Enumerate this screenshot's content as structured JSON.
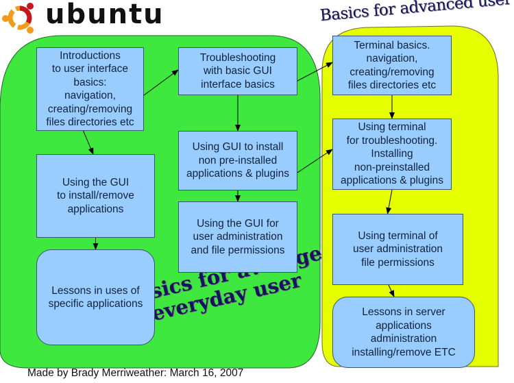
{
  "logo": {
    "text": "ubuntu",
    "icon": "ubuntu-circle-of-friends-icon"
  },
  "colors": {
    "average_region": "#3fe83f",
    "advanced_region": "#e6ff00",
    "box_fill": "#99ccff",
    "title_text": "#14145e"
  },
  "regions": {
    "average": {
      "title_line1": "Basics for average",
      "title_line2": "everyday user"
    },
    "advanced": {
      "title": "Basics for advanced user"
    }
  },
  "boxes": {
    "intro": "Introductions\nto user interface\nbasics:\nnavigation,\ncreating/removing\nfiles directories etc",
    "gui_install_remove": "Using the GUI\nto install/remove\napplications",
    "lessons_apps": "Lessons in uses of\nspecific applications",
    "troubleshoot_gui": "Troubleshooting\nwith basic GUI\ninterface basics",
    "gui_install_non_pre": "Using GUI to install\nnon pre-installed\napplications & plugins",
    "gui_user_admin": "Using the GUI for\nuser administration\nand file permissions",
    "terminal_basics": "Terminal basics.\nnavigation,\ncreating/removing\nfiles directories etc",
    "terminal_troubleshoot": "Using terminal\nfor troubleshooting.\nInstalling\nnon-preinstalled\napplications & plugins",
    "terminal_user_admin": "Using terminal of\nuser administration\nfile permissions",
    "server_lessons": "Lessons in server\napplications\nadministration\ninstalling/remove ETC"
  },
  "edges": [
    [
      "intro",
      "troubleshoot_gui"
    ],
    [
      "intro",
      "gui_install_remove"
    ],
    [
      "gui_install_remove",
      "lessons_apps"
    ],
    [
      "troubleshoot_gui",
      "gui_install_non_pre"
    ],
    [
      "gui_install_non_pre",
      "gui_user_admin"
    ],
    [
      "troubleshoot_gui",
      "terminal_basics"
    ],
    [
      "gui_install_non_pre",
      "terminal_troubleshoot"
    ],
    [
      "terminal_basics",
      "terminal_troubleshoot"
    ],
    [
      "terminal_troubleshoot",
      "terminal_user_admin"
    ],
    [
      "terminal_user_admin",
      "server_lessons"
    ]
  ],
  "footer": "Made by Brady Merriweather: March 16, 2007"
}
